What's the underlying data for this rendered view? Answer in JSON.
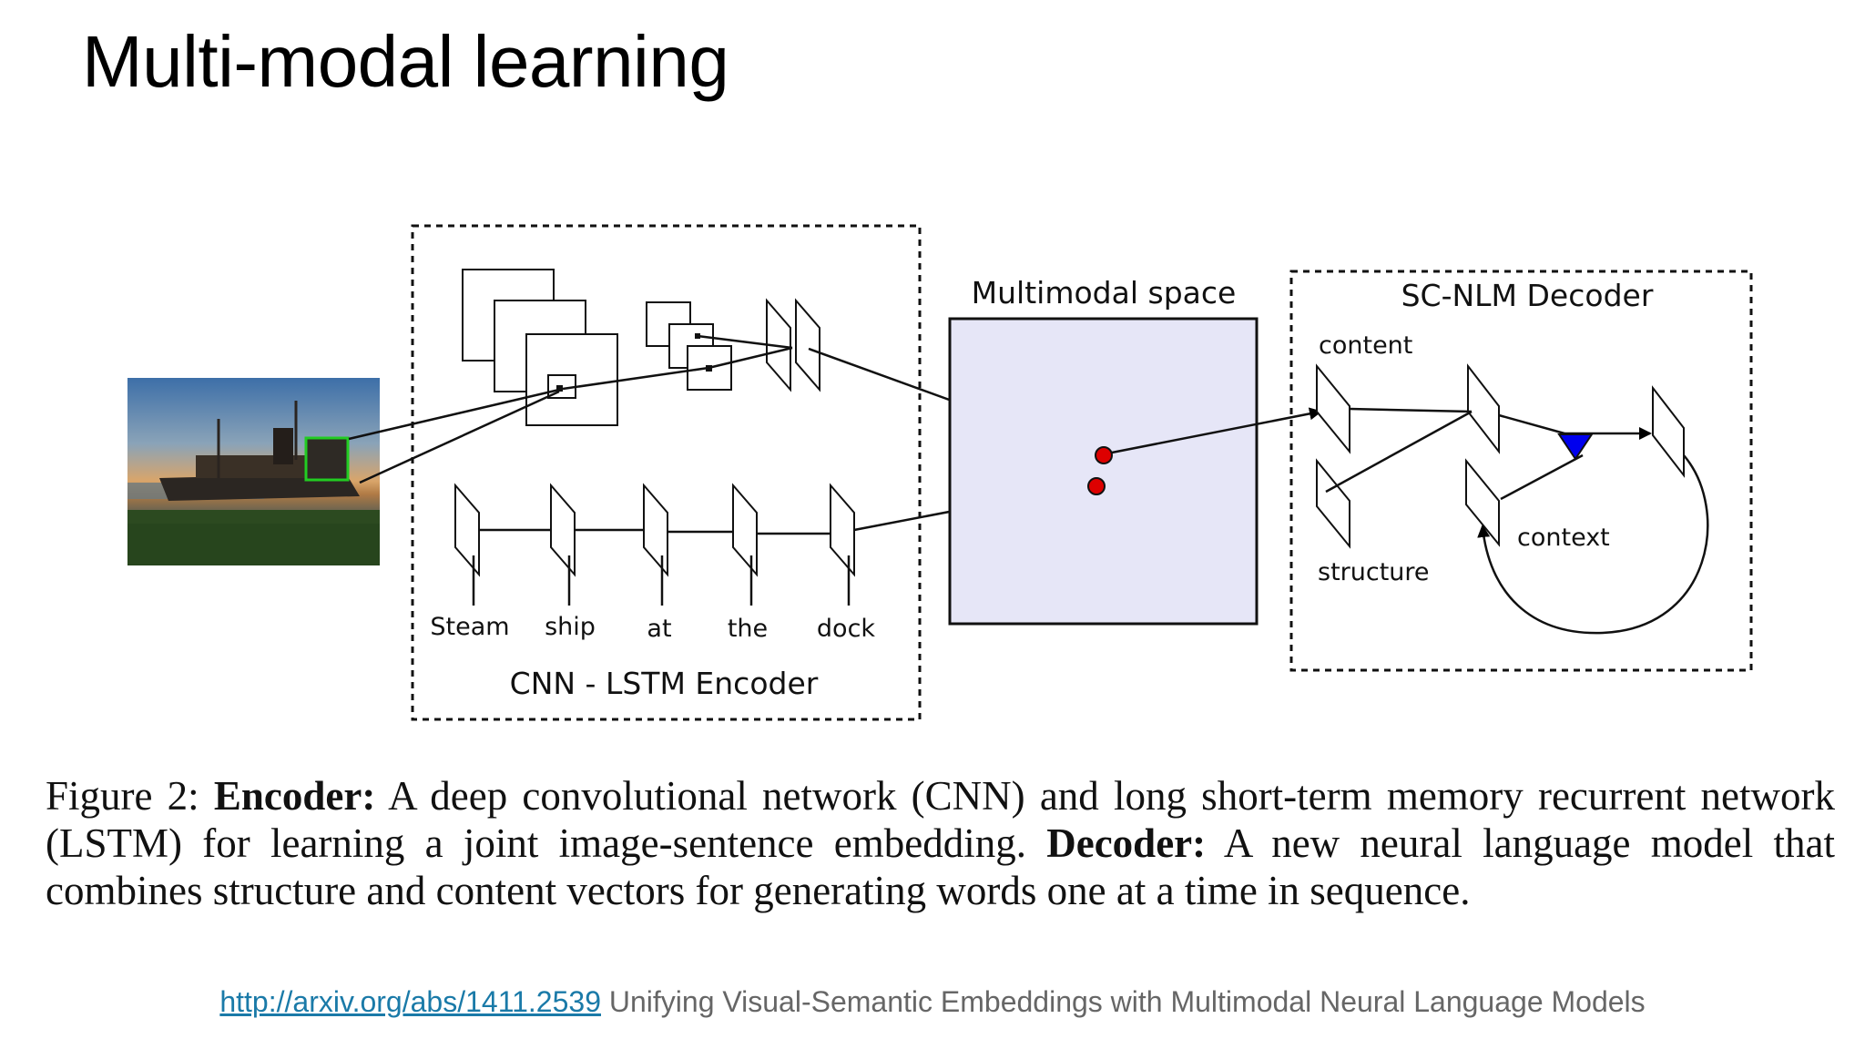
{
  "slide": {
    "title": "Multi-modal learning"
  },
  "figure": {
    "encoder_label": "CNN - LSTM Encoder",
    "multimodal_label": "Multimodal space",
    "decoder_label": "SC-NLM Decoder",
    "words": [
      "Steam",
      "ship",
      "at",
      "the",
      "dock"
    ],
    "decoder_content": "content",
    "decoder_structure": "structure",
    "decoder_context": "context"
  },
  "caption": {
    "prefix": "Figure 2:",
    "encoder_bold": "Encoder:",
    "encoder_text": "A deep convolutional network (CNN) and long short-term memory recurrent network (LSTM) for learning a joint image-sentence embedding.",
    "decoder_bold": "Decoder:",
    "decoder_text": "A new neural language model that combines structure and content vectors for generating words one at a time in sequence."
  },
  "footer": {
    "link_text": "http://arxiv.org/abs/1411.2539",
    "description": "Unifying Visual-Semantic Embeddings with Multimodal Neural Language Models"
  },
  "colors": {
    "highlight_box": "#22cc22",
    "embedding_point": "#dd0000",
    "multimodal_fill": "#e6e6f7",
    "decoder_triangle": "#0000ee",
    "link": "#1a7aa8"
  }
}
